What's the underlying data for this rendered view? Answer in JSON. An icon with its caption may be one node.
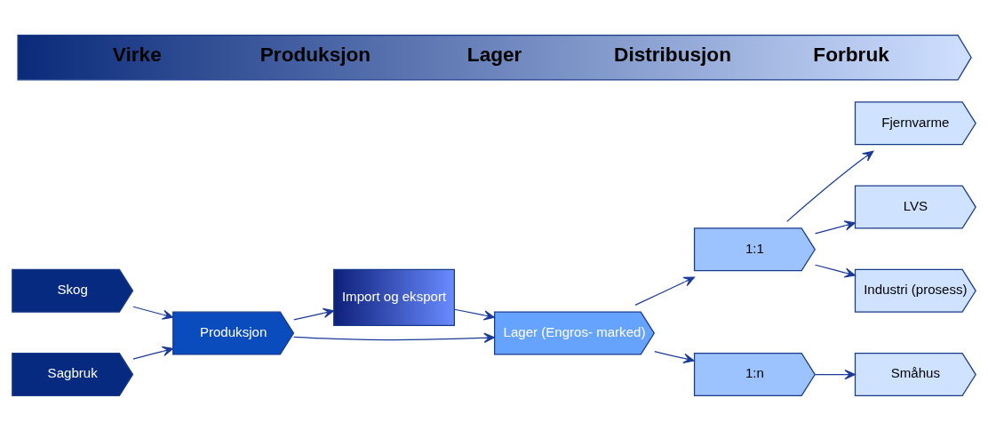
{
  "diagram": {
    "nodes": [
      {
        "text": [
          "Virke",
          "Produksjon",
          "Lager",
          "Distribusjon",
          "Forbruk"
        ]
      },
      {
        "text": [
          "Skog"
        ]
      },
      {
        "text": [
          "Sagbruk"
        ]
      },
      {
        "text": [
          "Produksjon"
        ]
      },
      {
        "text": [
          "Import og eksport"
        ]
      },
      {
        "text": [
          "Lager (Engros- marked)"
        ]
      },
      {
        "text": [
          "1:1"
        ]
      },
      {
        "text": [
          "1:n"
        ]
      },
      {
        "text": [
          "Fjernvarme"
        ]
      },
      {
        "text": [
          "LVS"
        ]
      },
      {
        "text": [
          "Industri (prosess)"
        ]
      },
      {
        "text": [
          "Småhus"
        ]
      }
    ],
    "edges": [
      {
        "from": 1,
        "to": 3,
        "arrow": "to"
      },
      {
        "from": 2,
        "to": 3,
        "arrow": "to"
      },
      {
        "from": 3,
        "to": 4,
        "arrow": "to"
      },
      {
        "from": 3,
        "to": 5,
        "arrow": "to"
      },
      {
        "from": 4,
        "to": 5,
        "arrow": "to"
      },
      {
        "from": 5,
        "to": 6,
        "arrow": "to"
      },
      {
        "from": 5,
        "to": 7,
        "arrow": "to"
      },
      {
        "from": 6,
        "to": 8,
        "arrow": "to"
      },
      {
        "from": 6,
        "to": 9,
        "arrow": "to"
      },
      {
        "from": 6,
        "to": 10,
        "arrow": "to"
      },
      {
        "from": 7,
        "to": 11,
        "arrow": "to"
      }
    ]
  }
}
